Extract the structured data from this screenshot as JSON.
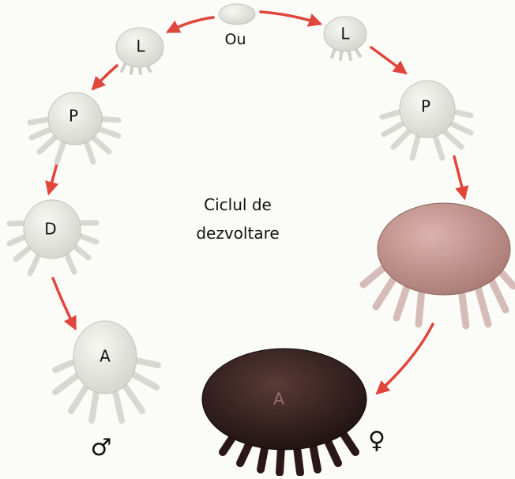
{
  "colors": {
    "arrow": "#e0463b",
    "pale_body": "#e6e6e1",
    "pale_leg": "#dcdcd6",
    "pink_body": "#c99a93",
    "pink_leg": "#d2b2ad",
    "dark_body": "#3a2422"
  },
  "title": {
    "line1": "Ciclul de",
    "line2": "dezvoltare"
  },
  "egg": {
    "label": "Ou"
  },
  "male_branch": {
    "larva": "L",
    "protonymph": "P",
    "deutonymph": "D",
    "adult": "A",
    "symbol": "♂"
  },
  "female_branch": {
    "larva": "L",
    "protonymph": "P",
    "deutonymph": "D",
    "adult": "A",
    "symbol": "♀"
  }
}
